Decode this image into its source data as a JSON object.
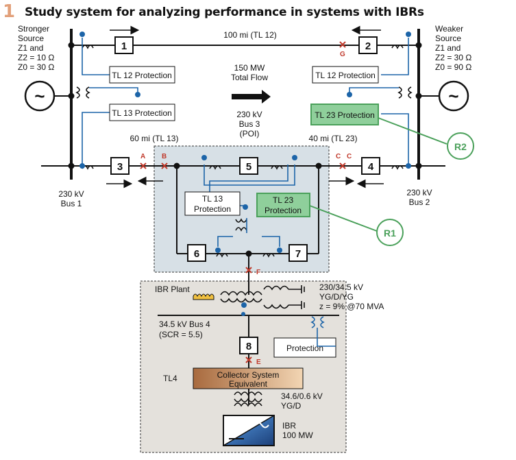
{
  "figure": {
    "number": "1",
    "title": "Study system for analyzing performance in systems with IBRs"
  },
  "sources": {
    "left": {
      "line1": "Stronger",
      "line2": "Source",
      "line3": "Z1 and",
      "line4": "Z2 = 10 Ω",
      "line5": "Z0 = 30 Ω"
    },
    "right": {
      "line1": "Weaker",
      "line2": "Source",
      "line3": "Z1 and",
      "line4": "Z2 = 30 Ω",
      "line5": "Z0 = 90 Ω"
    },
    "generator_symbol": "~"
  },
  "lines": {
    "tl12": "100 mi (TL 12)",
    "tl13": "60 mi (TL 13)",
    "tl23": "40 mi (TL 23)",
    "flow_line1": "150 MW",
    "flow_line2": "Total Flow"
  },
  "buses": {
    "bus1_line1": "230 kV",
    "bus1_line2": "Bus 1",
    "bus2_line1": "230 kV",
    "bus2_line2": "Bus 2",
    "bus3_line1": "230 kV",
    "bus3_line2": "Bus 3",
    "bus3_line3": "(POI)",
    "bus4_line1": "34.5 kV Bus 4",
    "bus4_line2": "(SCR = 5.5)"
  },
  "breakers": [
    "1",
    "2",
    "3",
    "4",
    "5",
    "6",
    "7",
    "8"
  ],
  "protection": {
    "tl12_left": "TL 12 Protection",
    "tl13_left": "TL 13 Protection",
    "tl12_right": "TL 12 Protection",
    "tl23_right": "TL 23 Protection",
    "tl13_bus3_line1": "TL 13",
    "tl13_bus3_line2": "Protection",
    "tl23_bus3_line1": "TL 23",
    "tl23_bus3_line2": "Protection",
    "plant": "Protection"
  },
  "relays": {
    "r1": "R1",
    "r2": "R2"
  },
  "faults": {
    "a": "A",
    "b": "B",
    "c1": "C",
    "c2": "C",
    "g": "G",
    "f": "F",
    "e": "E"
  },
  "plant": {
    "label": "IBR Plant",
    "xfmr_line1": "230/34.5 kV",
    "xfmr_line2": "YG/D/YG",
    "xfmr_line3": "z = 9% @70 MVA",
    "tl4": "TL4",
    "collector_line1": "Collector System",
    "collector_line2": "Equivalent",
    "pad_line1": "34.6/0.6 kV",
    "pad_line2": "YG/D",
    "ibr_line1": "IBR",
    "ibr_line2": "100 MW"
  },
  "colors": {
    "blue": "#1c64a8",
    "green_fill": "#8fcf9b",
    "green_stroke": "#4aa05a",
    "fault": "#c0392b",
    "region": "#d7e0e6",
    "plant_region": "#e4e1dc",
    "collector_start": "#a86a3e",
    "collector_end": "#f2d5b3"
  }
}
